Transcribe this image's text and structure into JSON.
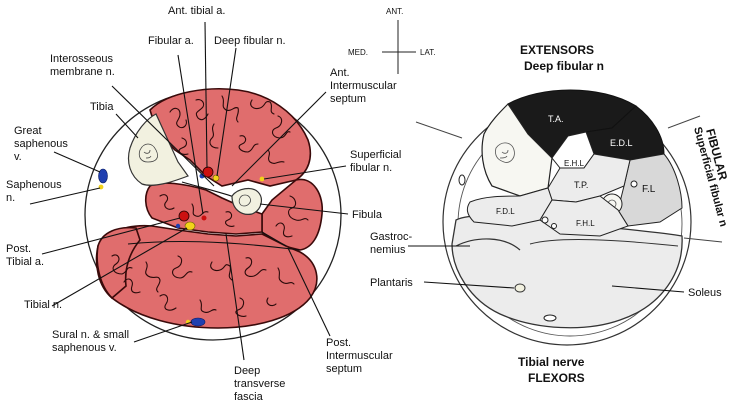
{
  "colors": {
    "muscle": "#e06d6d",
    "muscle_outline": "#3a0a0a",
    "bone": "#f2f1e0",
    "vein": "#1f3fb0",
    "artery": "#cc1010",
    "nerve": "#f2d21a",
    "extensor_fill": "#1a1a1a",
    "lateral_fill": "#d8d8d8",
    "posterior_fill": "#ececec"
  },
  "orientation": {
    "ant": "ANT.",
    "med": "MED.",
    "lat": "LAT."
  },
  "left_labels": {
    "ant_tibial_a": "Ant. tibial a.",
    "fibular_a": "Fibular a.",
    "deep_fibular_n": "Deep fibular n.",
    "interosseous": [
      "Interosseous",
      "membrane n."
    ],
    "ant_intermuscular": [
      "Ant.",
      "Intermuscular",
      "septum"
    ],
    "tibia": "Tibia",
    "great_saphenous": [
      "Great",
      "saphenous",
      "v."
    ],
    "superficial_fibular": [
      "Superficial",
      "fibular n."
    ],
    "saphenous_n": [
      "Saphenous",
      "n."
    ],
    "fibula": "Fibula",
    "post_tibial_a": [
      "Post.",
      "Tibial a."
    ],
    "tibial_n": "Tibial n.",
    "sural": [
      "Sural n. & small",
      "saphenous v."
    ],
    "deep_transverse": [
      "Deep",
      "transverse",
      "fascia"
    ],
    "post_intermuscular": [
      "Post.",
      "Intermuscular",
      "septum"
    ]
  },
  "right_labels": {
    "extensors": "EXTENSORS",
    "deep_fibular": "Deep fibular n",
    "fibular": "FIBULAR",
    "superficial_fibular": "Superficial fibular n",
    "gastrocnemius": [
      "Gastroc-",
      "nemius"
    ],
    "plantaris": "Plantaris",
    "soleus": "Soleus",
    "tibial_nerve": "Tibial nerve",
    "flexors": "FLEXORS"
  },
  "compartment_labels": {
    "ta": "T.A.",
    "edl": "E.D.L",
    "ehl": "E.H.L",
    "tp": "T.P.",
    "fl": "F.L",
    "fdl": "F.D.L",
    "fhl": "F.H.L"
  }
}
